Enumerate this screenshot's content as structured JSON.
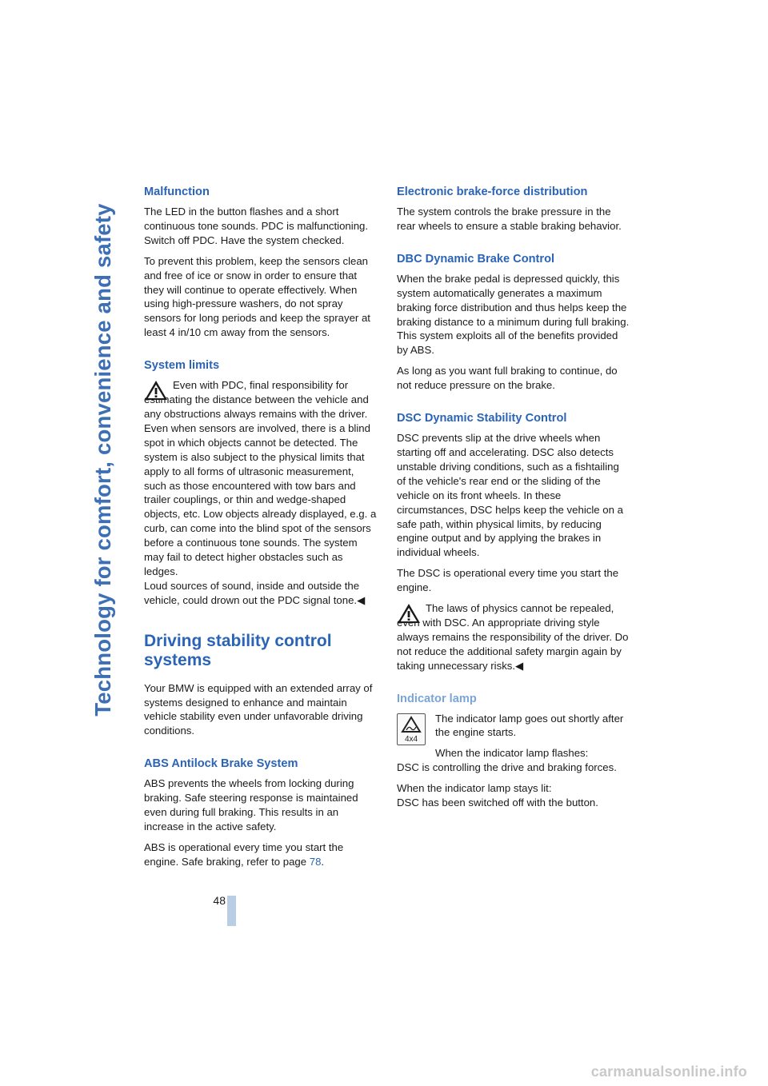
{
  "side_title": "Technology for comfort, convenience and safety",
  "page_number": "48",
  "footer": "carmanualsonline.info",
  "left": {
    "malfunction": {
      "heading": "Malfunction",
      "p1": "The LED in the button flashes and a short continuous tone sounds. PDC is malfunctioning. Switch off PDC. Have the system checked.",
      "p2": "To prevent this problem, keep the sensors clean and free of ice or snow in order to ensure that they will continue to operate effectively. When using high-pressure washers, do not spray sensors for long periods and keep the sprayer at least 4 in/10 cm away from the sensors."
    },
    "system_limits": {
      "heading": "System limits",
      "p1": "Even with PDC, final responsibility for estimating the distance between the vehicle and any obstructions always remains with the driver. Even when sensors are involved, there is a blind spot in which objects cannot be detected. The system is also subject to the physical limits that apply to all forms of ultrasonic measurement, such as those encountered with tow bars and trailer couplings, or thin and wedge-shaped objects, etc. Low objects already displayed, e.g. a curb, can come into the blind spot of the sensors before a continuous tone sounds. The system may fail to detect higher obstacles such as ledges.",
      "p2": "Loud sources of sound, inside and outside the vehicle, could drown out the PDC signal tone.◀"
    },
    "driving_stability": {
      "heading": "Driving stability control systems",
      "p1": "Your BMW is equipped with an extended array of systems designed to enhance and maintain vehicle stability even under unfavorable driving conditions."
    },
    "abs": {
      "heading": "ABS Antilock Brake System",
      "p1": "ABS prevents the wheels from locking during braking. Safe steering response is maintained even during full braking. This results in an increase in the active safety.",
      "p2_pre": "ABS is operational every time you start the engine. Safe braking, refer to page ",
      "p2_link": "78",
      "p2_post": "."
    }
  },
  "right": {
    "ebd": {
      "heading": "Electronic brake-force distribution",
      "p1": "The system controls the brake pressure in the rear wheels to ensure a stable braking behavior."
    },
    "dbc": {
      "heading": "DBC Dynamic Brake Control",
      "p1": "When the brake pedal is depressed quickly, this system automatically generates a maximum braking force distribution and thus helps keep the braking distance to a minimum during full braking. This system exploits all of the benefits provided by ABS.",
      "p2": "As long as you want full braking to continue, do not reduce pressure on the brake."
    },
    "dsc": {
      "heading": "DSC Dynamic Stability Control",
      "p1": "DSC prevents slip at the drive wheels when starting off and accelerating. DSC also detects unstable driving conditions, such as a fishtailing of the vehicle's rear end or the sliding of the vehicle on its front wheels. In these circumstances, DSC helps keep the vehicle on a safe path, within physical limits, by reducing engine output and by applying the brakes in individual wheels.",
      "p2": "The DSC is operational every time you start the engine.",
      "p3": "The laws of physics cannot be repealed, even with DSC. An appropriate driving style always remains the responsibility of the driver. Do not reduce the additional safety margin again by taking unnecessary risks.◀"
    },
    "indicator": {
      "heading": "Indicator lamp",
      "icon_label": "4x4",
      "p1": "The indicator lamp goes out shortly after the engine starts.",
      "p2": "When the indicator lamp flashes:",
      "p3": "DSC is controlling the drive and braking forces.",
      "p4": "When the indicator lamp stays lit:",
      "p5": "DSC has been switched off with the button."
    }
  }
}
